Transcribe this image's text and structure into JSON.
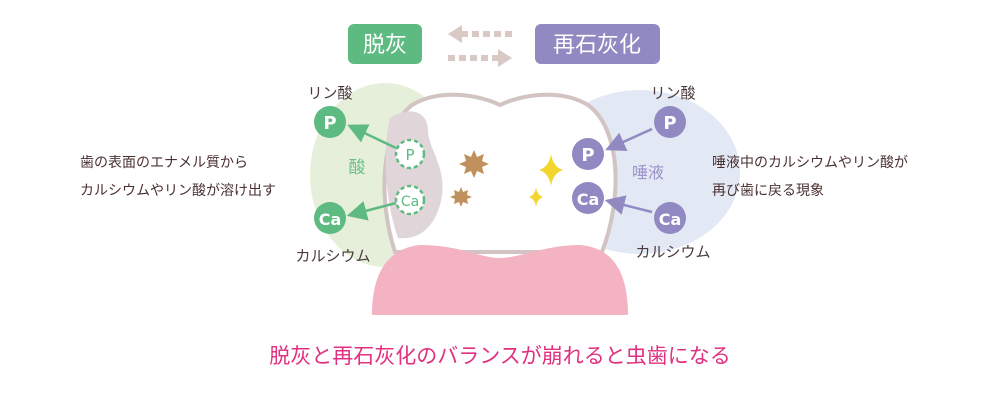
{
  "header": {
    "demineralization_label": "脱灰",
    "remineralization_label": "再石灰化"
  },
  "left": {
    "phosphate_label": "リン酸",
    "calcium_label": "カルシウム",
    "acid_label": "酸",
    "p_symbol": "P",
    "ca_symbol": "Ca",
    "description": [
      "歯の表面のエナメル質から",
      "カルシウムやリン酸が溶け出す"
    ]
  },
  "right": {
    "phosphate_label": "リン酸",
    "calcium_label": "カルシウム",
    "saliva_label": "唾液",
    "p_symbol": "P",
    "ca_symbol": "Ca",
    "description": [
      "唾液中のカルシウムやリン酸が",
      "再び歯に戻る現象"
    ]
  },
  "footer": {
    "conclusion": "脱灰と再石灰化のバランスが崩れると虫歯になる"
  },
  "colors": {
    "green": "#5dba80",
    "purple": "#9189c1",
    "gum": "#f4b3c3",
    "title": "#e0307f"
  }
}
